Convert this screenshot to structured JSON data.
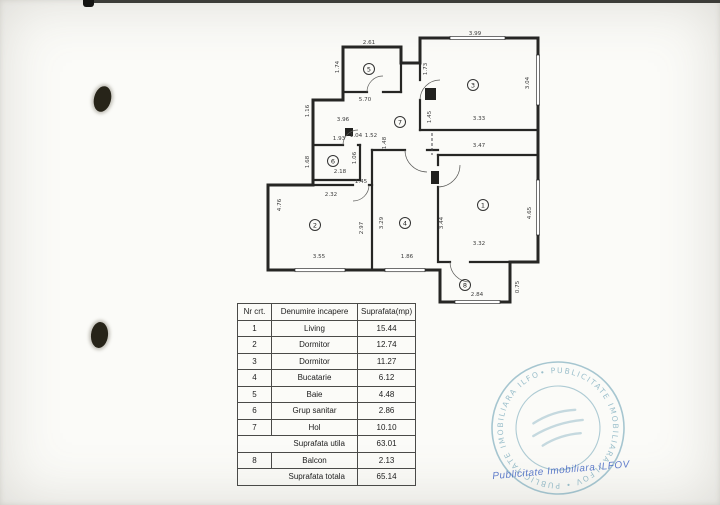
{
  "plan": {
    "rooms": {
      "living": "1",
      "dormitor2": "2",
      "dormitor3": "3",
      "bucatarie": "4",
      "baie": "5",
      "grup_sanitar": "6",
      "hol": "7",
      "balcon": "8"
    },
    "dims": {
      "baie_w": "2.61",
      "baie_h": "1.74",
      "dorm3_w": "3.99",
      "dorm3_hl": "1.73",
      "dorm3_hr": "3.04",
      "dorm3_b": "3.33",
      "hol_w1": "5.70",
      "hol_w2": "3.96",
      "hol_hl": "1.16",
      "hol_hr": "1.45",
      "seg_a": "1.93",
      "seg_b": "1.04",
      "seg_c": "1.52",
      "seg_d": "1.48",
      "gs_hl": "1.68",
      "gs_hr": "1.06",
      "gs_w": "2.18",
      "gs_door": "1.45",
      "dorm2_t": "2.32",
      "dorm2_hl": "4.76",
      "dorm2_hr": "2.97",
      "dorm2_b": "3.55",
      "liv_t": "3.47",
      "liv_hl": "3.44",
      "liv_hr": "4.65",
      "liv_b": "3.32",
      "buc_h": "3.29",
      "buc_b": "1.86",
      "balc_w": "2.84",
      "balc_h": "0.75"
    }
  },
  "table": {
    "headers": [
      "Nr crt.",
      "Denumire incapere",
      "Suprafata(mp)"
    ],
    "rows": [
      {
        "nr": "1",
        "name": "Living",
        "area": "15.44"
      },
      {
        "nr": "2",
        "name": "Dormitor",
        "area": "12.74"
      },
      {
        "nr": "3",
        "name": "Dormitor",
        "area": "11.27"
      },
      {
        "nr": "4",
        "name": "Bucatarie",
        "area": "6.12"
      },
      {
        "nr": "5",
        "name": "Baie",
        "area": "4.48"
      },
      {
        "nr": "6",
        "name": "Grup sanitar",
        "area": "2.86"
      },
      {
        "nr": "7",
        "name": "Hol",
        "area": "10.10"
      }
    ],
    "subtotal": {
      "label": "Suprafata utila",
      "area": "63.01"
    },
    "balcony_row": {
      "nr": "8",
      "name": "Balcon",
      "area": "2.13"
    },
    "total": {
      "label": "Suprafata totala",
      "area": "65.14"
    },
    "border_color": "#4a4a48"
  },
  "stamp": {
    "ring_text": "• PUBLICITATE IMOBILIARA ILFOV • PUBLICITATE IMOBILIARA ILFOV ",
    "note": "Publicitate Imobiliara ILFOV",
    "color": "#4b8da6",
    "note_color": "#3a5ec0"
  }
}
